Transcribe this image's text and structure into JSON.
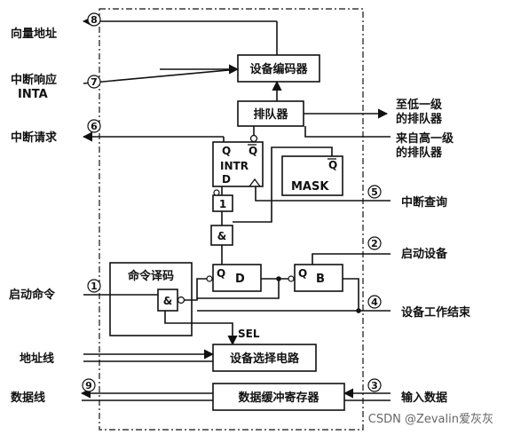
{
  "left_signals": {
    "vector_address": "向量地址",
    "int_ack_line1": "中断响应",
    "int_ack_line2": "INTA",
    "int_request": "中断请求",
    "start_command": "启动命令",
    "address_bus": "地址线",
    "data_bus": "数据线"
  },
  "right_signals": {
    "to_lower_line1": "至低一级",
    "to_lower_line2": "的排队器",
    "from_higher_line1": "来自高一级",
    "from_higher_line2": "的排队器",
    "int_query": "中断查询",
    "start_device": "启动设备",
    "device_done": "设备工作结束",
    "input_data": "输入数据"
  },
  "blocks": {
    "encoder": "设备编码器",
    "queue": "排队器",
    "intr_q": "Q",
    "intr_qbar": "Q",
    "intr_name": "INTR",
    "intr_d": "D",
    "mask_q": "Q",
    "mask_name": "MASK",
    "cmd_decoder": "命令译码",
    "d_ff_q": "Q",
    "d_ff_name": "D",
    "b_ff_q": "Q",
    "b_ff_name": "B",
    "select_circuit": "设备选择电路",
    "data_buffer": "数据缓冲寄存器",
    "sel": "SEL"
  },
  "gates": {
    "or_gate": "1",
    "and_gate_mid": "&",
    "and_gate_decoder": "&"
  },
  "numbers": [
    "⑧",
    "⑦",
    "⑥",
    "①",
    "⑨",
    "⑤",
    "②",
    "④",
    "③"
  ],
  "watermark": "CSDN @Zevalin爱灰灰"
}
